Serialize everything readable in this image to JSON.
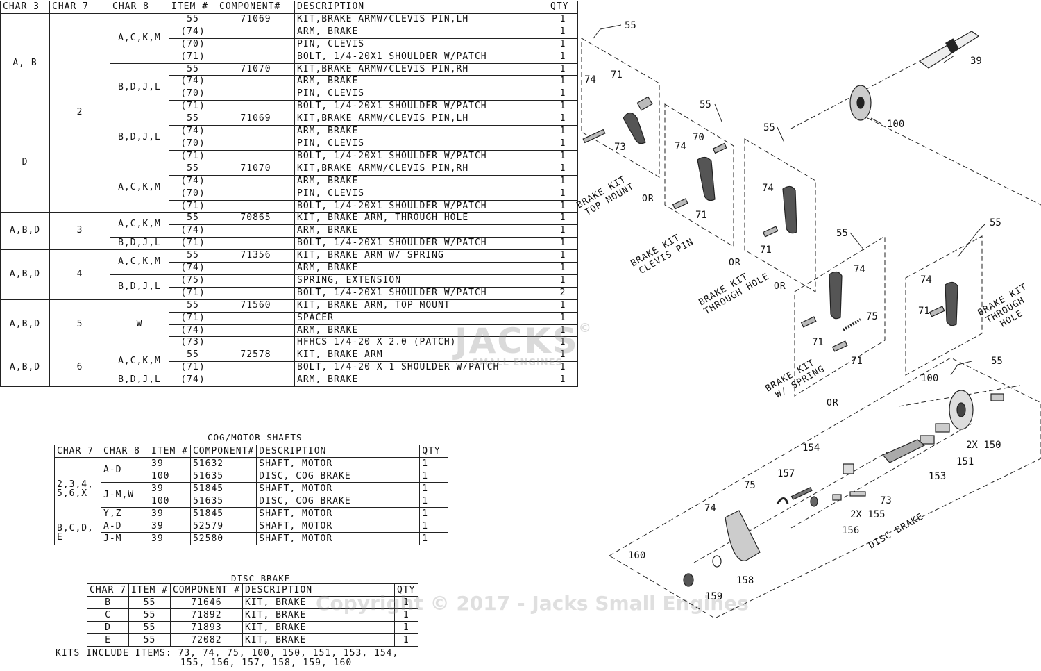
{
  "main_table": {
    "headers": [
      "CHAR 3",
      "CHAR 7",
      "CHAR 8",
      "ITEM #",
      "COMPONENT#",
      "DESCRIPTION",
      "QTY"
    ],
    "char3": [
      "A, B",
      "D",
      "A,B,D",
      "A,B,D",
      "A,B,D",
      "A,B,D"
    ],
    "char7": [
      "2",
      "3",
      "4",
      "5",
      "6"
    ],
    "char8": [
      "A,C,K,M",
      "B,D,J,L",
      "B,D,J,L",
      "A,C,K,M",
      "A,C,K,M",
      "B,D,J,L",
      "A,C,K,M",
      "B,D,J,L",
      "W",
      "A,C,K,M",
      "B,D,J,L"
    ],
    "rows": [
      [
        "55",
        "71069",
        "KIT,BRAKE ARMW/CLEVIS PIN,LH",
        "1"
      ],
      [
        "(74)",
        "",
        "ARM, BRAKE",
        "1"
      ],
      [
        "(70)",
        "",
        "PIN, CLEVIS",
        "1"
      ],
      [
        "(71)",
        "",
        "BOLT, 1/4-20X1 SHOULDER W/PATCH",
        "1"
      ],
      [
        "55",
        "71070",
        "KIT,BRAKE ARMW/CLEVIS PIN,RH",
        "1"
      ],
      [
        "(74)",
        "",
        "ARM, BRAKE",
        "1"
      ],
      [
        "(70)",
        "",
        "PIN, CLEVIS",
        "1"
      ],
      [
        "(71)",
        "",
        "BOLT, 1/4-20X1 SHOULDER W/PATCH",
        "1"
      ],
      [
        "55",
        "71069",
        "KIT,BRAKE ARMW/CLEVIS PIN,LH",
        "1"
      ],
      [
        "(74)",
        "",
        "ARM, BRAKE",
        "1"
      ],
      [
        "(70)",
        "",
        "PIN, CLEVIS",
        "1"
      ],
      [
        "(71)",
        "",
        "BOLT, 1/4-20X1 SHOULDER W/PATCH",
        "1"
      ],
      [
        "55",
        "71070",
        "KIT,BRAKE ARMW/CLEVIS PIN,RH",
        "1"
      ],
      [
        "(74)",
        "",
        "ARM, BRAKE",
        "1"
      ],
      [
        "(70)",
        "",
        "PIN, CLEVIS",
        "1"
      ],
      [
        "(71)",
        "",
        "BOLT, 1/4-20X1 SHOULDER W/PATCH",
        "1"
      ],
      [
        "55",
        "70865",
        "KIT, BRAKE ARM, THROUGH HOLE",
        "1"
      ],
      [
        "(74)",
        "",
        "ARM, BRAKE",
        "1"
      ],
      [
        "(71)",
        "",
        "BOLT, 1/4-20X1 SHOULDER W/PATCH",
        "1"
      ],
      [
        "55",
        "71356",
        "KIT, BRAKE ARM W/ SPRING",
        "1"
      ],
      [
        "(74)",
        "",
        "ARM, BRAKE",
        "1"
      ],
      [
        "(75)",
        "",
        "SPRING, EXTENSION",
        "1"
      ],
      [
        "(71)",
        "",
        "BOLT, 1/4-20X1 SHOULDER W/PATCH",
        "2"
      ],
      [
        "55",
        "71560",
        "KIT, BRAKE ARM, TOP MOUNT",
        "1"
      ],
      [
        "(71)",
        "",
        "SPACER",
        "1"
      ],
      [
        "(74)",
        "",
        "ARM, BRAKE",
        "1"
      ],
      [
        "(73)",
        "",
        "HFHCS 1/4-20 X 2.0 (PATCH)",
        "1"
      ],
      [
        "55",
        "72578",
        "KIT, BRAKE ARM",
        "1"
      ],
      [
        "(71)",
        "",
        "BOLT, 1/4-20 X 1 SHOULDER W/PATCH",
        "1"
      ],
      [
        "(74)",
        "",
        "ARM, BRAKE",
        "1"
      ]
    ]
  },
  "cog_table": {
    "caption": "COG/MOTOR SHAFTS",
    "headers": [
      "CHAR 7",
      "CHAR 8",
      "ITEM #",
      "COMPONENT#",
      "DESCRIPTION",
      "QTY"
    ],
    "char7": [
      "2,3,4, 5,6,X",
      "B,C,D, E"
    ],
    "char8": [
      "A-D",
      "J-M,W",
      "Y,Z",
      "A-D",
      "J-M"
    ],
    "rows": [
      [
        "39",
        "51632",
        "SHAFT, MOTOR",
        "1"
      ],
      [
        "100",
        "51635",
        "DISC, COG BRAKE",
        "1"
      ],
      [
        "39",
        "51845",
        "SHAFT, MOTOR",
        "1"
      ],
      [
        "100",
        "51635",
        "DISC, COG BRAKE",
        "1"
      ],
      [
        "39",
        "51845",
        "SHAFT, MOTOR",
        "1"
      ],
      [
        "39",
        "52579",
        "SHAFT, MOTOR",
        "1"
      ],
      [
        "39",
        "52580",
        "SHAFT, MOTOR",
        "1"
      ]
    ]
  },
  "disc_table": {
    "caption": "DISC BRAKE",
    "headers": [
      "CHAR 7",
      "ITEM #",
      "COMPONENT #",
      "DESCRIPTION",
      "QTY"
    ],
    "rows": [
      [
        "B",
        "55",
        "71646",
        "KIT, BRAKE",
        "1"
      ],
      [
        "C",
        "55",
        "71892",
        "KIT, BRAKE",
        "1"
      ],
      [
        "D",
        "55",
        "71893",
        "KIT, BRAKE",
        "1"
      ],
      [
        "E",
        "55",
        "72082",
        "KIT, BRAKE",
        "1"
      ]
    ]
  },
  "kits_note": {
    "line1": "KITS INCLUDE ITEMS: 73, 74, 75, 100, 150, 151, 153, 154,",
    "line2": "155, 156, 157, 158, 159, 160"
  },
  "diagram": {
    "kit_labels": {
      "top_mount": [
        "BRAKE KIT",
        "TOP MOUNT"
      ],
      "clevis_pin": [
        "BRAKE KIT",
        "CLEVIS PIN"
      ],
      "through_hole": [
        "BRAKE KIT",
        "THROUGH HOLE"
      ],
      "with_spring": [
        "BRAKE KIT",
        "W/ SPRING"
      ],
      "through_hole_2": [
        "BRAKE KIT",
        "THROUGH",
        "HOLE"
      ],
      "disc_brake": "DISC BRAKE"
    },
    "or_label": "OR",
    "callouts": {
      "p55a": "55",
      "p74a": "74",
      "p71a": "71",
      "p73a": "73",
      "p55b": "55",
      "p70b": "70",
      "p74b": "74",
      "p71b": "71",
      "p55c": "55",
      "p74c": "74",
      "p71c": "71",
      "p39": "39",
      "p100": "100",
      "p55d": "55",
      "p74d": "74",
      "p75d": "75",
      "p71d1": "71",
      "p71d2": "71",
      "p55e": "55",
      "p74e": "74",
      "p71e": "71",
      "p55f": "55",
      "p100f": "100",
      "p150": "2X 150",
      "p151": "151",
      "p154": "154",
      "p153": "153",
      "p157": "157",
      "p75f": "75",
      "p73f": "73",
      "p155": "2X 155",
      "p74f": "74",
      "p156": "156",
      "p160": "160",
      "p158": "158",
      "p159": "159"
    }
  },
  "watermarks": {
    "logo": "JACKS",
    "logo_mark": "©",
    "logo_sub": "SMALL ENGINES",
    "copyright": "Copyright © 2017 - Jacks Small Engines"
  }
}
